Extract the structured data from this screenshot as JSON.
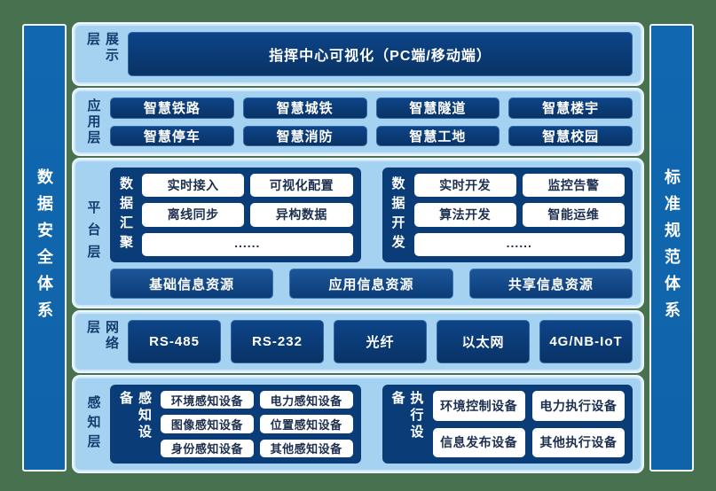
{
  "palette": {
    "frame_green": "#48714F",
    "panel_blue": "#A6D2F2",
    "panel_border": "#CEE8FA",
    "navy": "#0A3C78",
    "navy_light": "#2E66A6",
    "pillar_blue": "#0F63A8",
    "chip_text": "#1C2F4E",
    "label_text": "#153C6E"
  },
  "sidebars": {
    "left": "数据安全体系",
    "right": "标准规范体系"
  },
  "display_layer": {
    "label": "展示层",
    "title": "指挥中心可视化（PC端/移动端）"
  },
  "app_layer": {
    "label": "应用层",
    "boxes": [
      "智慧铁路",
      "智慧城铁",
      "智慧隧道",
      "智慧楼宇",
      "智慧停车",
      "智慧消防",
      "智慧工地",
      "智慧校园"
    ]
  },
  "platform_layer": {
    "label": "平台层",
    "groups": [
      {
        "label": "数据汇聚",
        "boxes": [
          "实时接入",
          "可视化配置",
          "离线同步",
          "异构数据"
        ],
        "more": "......"
      },
      {
        "label": "数据开发",
        "boxes": [
          "实时开发",
          "监控告警",
          "算法开发",
          "智能运维"
        ],
        "more": "......"
      }
    ],
    "resources": [
      "基础信息资源",
      "应用信息资源",
      "共享信息资源"
    ]
  },
  "network_layer": {
    "label": "网络层",
    "boxes": [
      "RS-485",
      "RS-232",
      "光纤",
      "以太网",
      "4G/NB-IoT"
    ]
  },
  "perception_layer": {
    "label": "感知层",
    "groups": [
      {
        "label": "感知设备",
        "boxes": [
          "环境感知设备",
          "电力感知设备",
          "图像感知设备",
          "位置感知设备",
          "身份感知设备",
          "其他感知设备"
        ]
      },
      {
        "label": "执行设备",
        "boxes": [
          "环境控制设备",
          "电力执行设备",
          "信息发布设备",
          "其他执行设备"
        ]
      }
    ]
  }
}
